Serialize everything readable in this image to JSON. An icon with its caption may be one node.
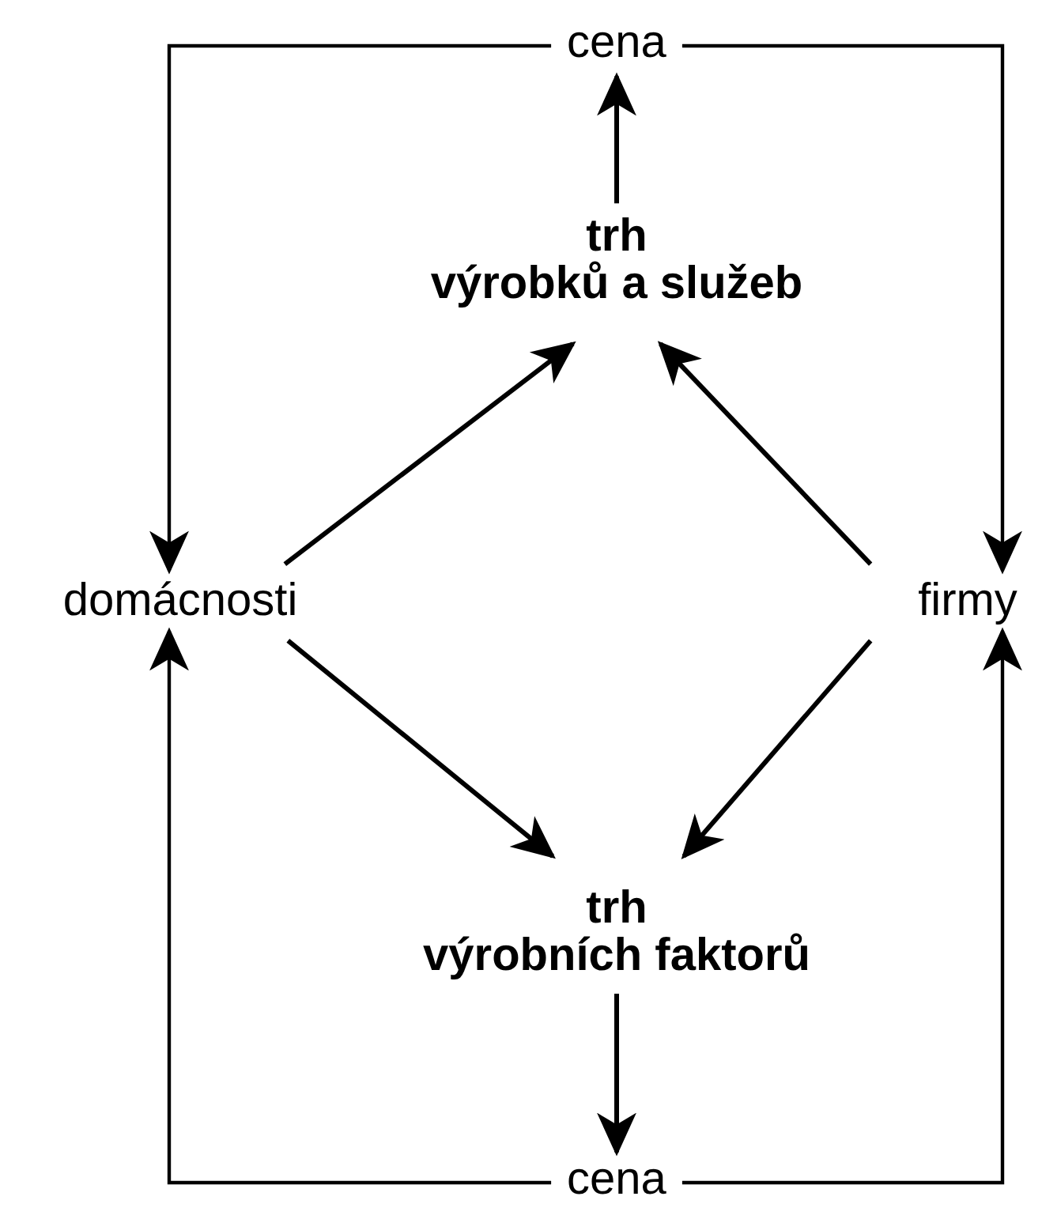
{
  "diagram": {
    "nodes": [
      {
        "text": [
          "cena"
        ]
      },
      {
        "text": [
          "trh",
          "výrobků a služeb"
        ]
      },
      {
        "text": [
          "domácnosti"
        ]
      },
      {
        "text": [
          "firmy"
        ]
      },
      {
        "text": [
          "trh",
          "výrobních faktorů"
        ]
      },
      {
        "text": [
          "cena"
        ]
      }
    ],
    "edges": [
      {
        "from": 1,
        "to": 0,
        "arrow": "to"
      },
      {
        "from": 0,
        "to": 2,
        "arrow": "to"
      },
      {
        "from": 0,
        "to": 3,
        "arrow": "to"
      },
      {
        "from": 2,
        "to": 1,
        "arrow": "to"
      },
      {
        "from": 3,
        "to": 1,
        "arrow": "to"
      },
      {
        "from": 2,
        "to": 4,
        "arrow": "to"
      },
      {
        "from": 3,
        "to": 4,
        "arrow": "to"
      },
      {
        "from": 4,
        "to": 5,
        "arrow": "to"
      },
      {
        "from": 5,
        "to": 2,
        "arrow": "to"
      },
      {
        "from": 5,
        "to": 3,
        "arrow": "to"
      }
    ]
  }
}
